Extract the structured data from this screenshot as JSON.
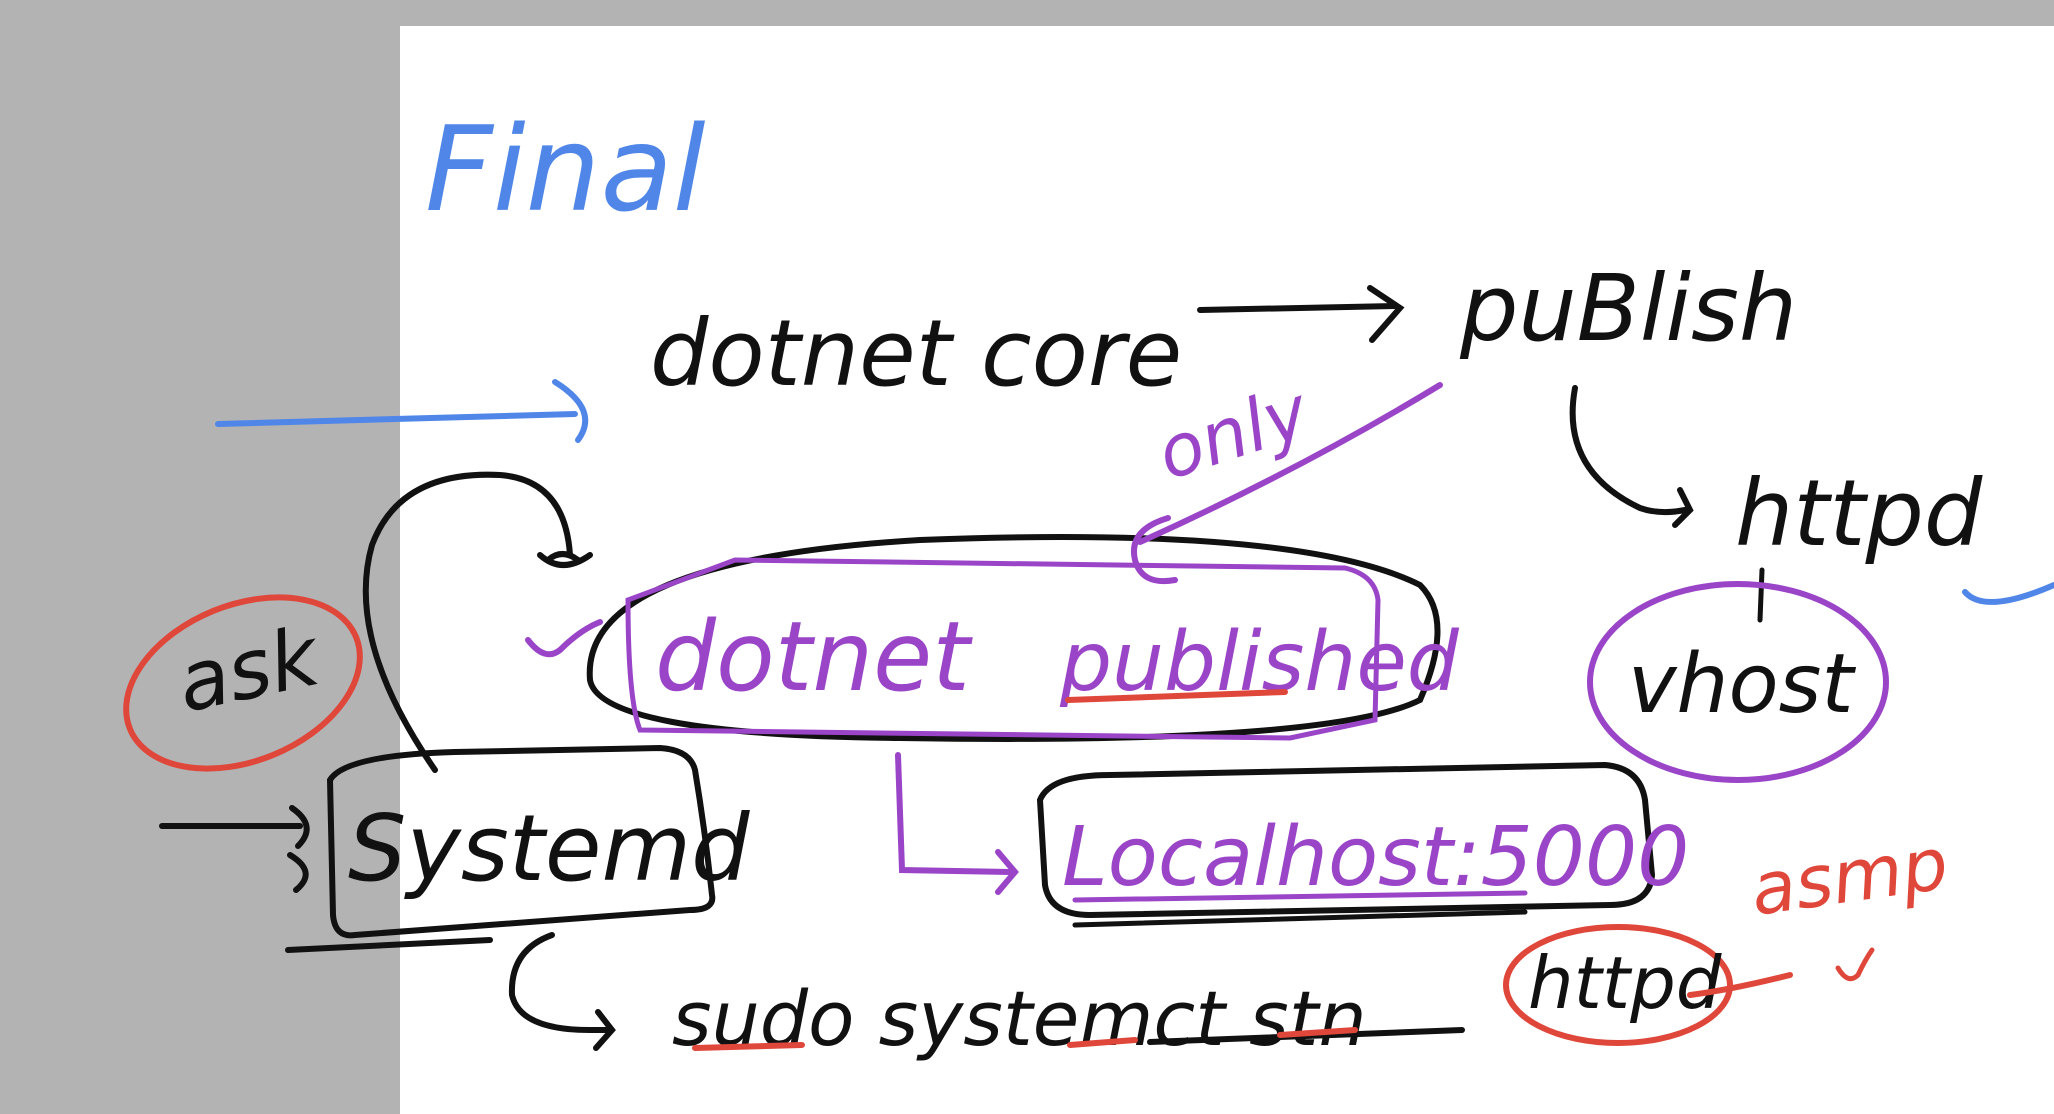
{
  "colors": {
    "background": "#b3b3b3",
    "page": "#ffffff",
    "ink_black": "#111111",
    "ink_blue": "#4f86e8",
    "ink_purple": "#9a45c8",
    "ink_red": "#e0473b"
  },
  "notes": {
    "title": "Final",
    "dotnet_core": "dotnet core",
    "publish": "puBlish",
    "only": "only",
    "httpd_top": "httpd",
    "ask": "ask",
    "dotnet_published": "dotnet",
    "published_word": "published",
    "vhost": "vhost",
    "systemd": "Systemd",
    "localhost": "Localhost:5000",
    "command": "sudo systemct stn",
    "httpd_bottom": "httpd",
    "asmp": "asmp"
  }
}
